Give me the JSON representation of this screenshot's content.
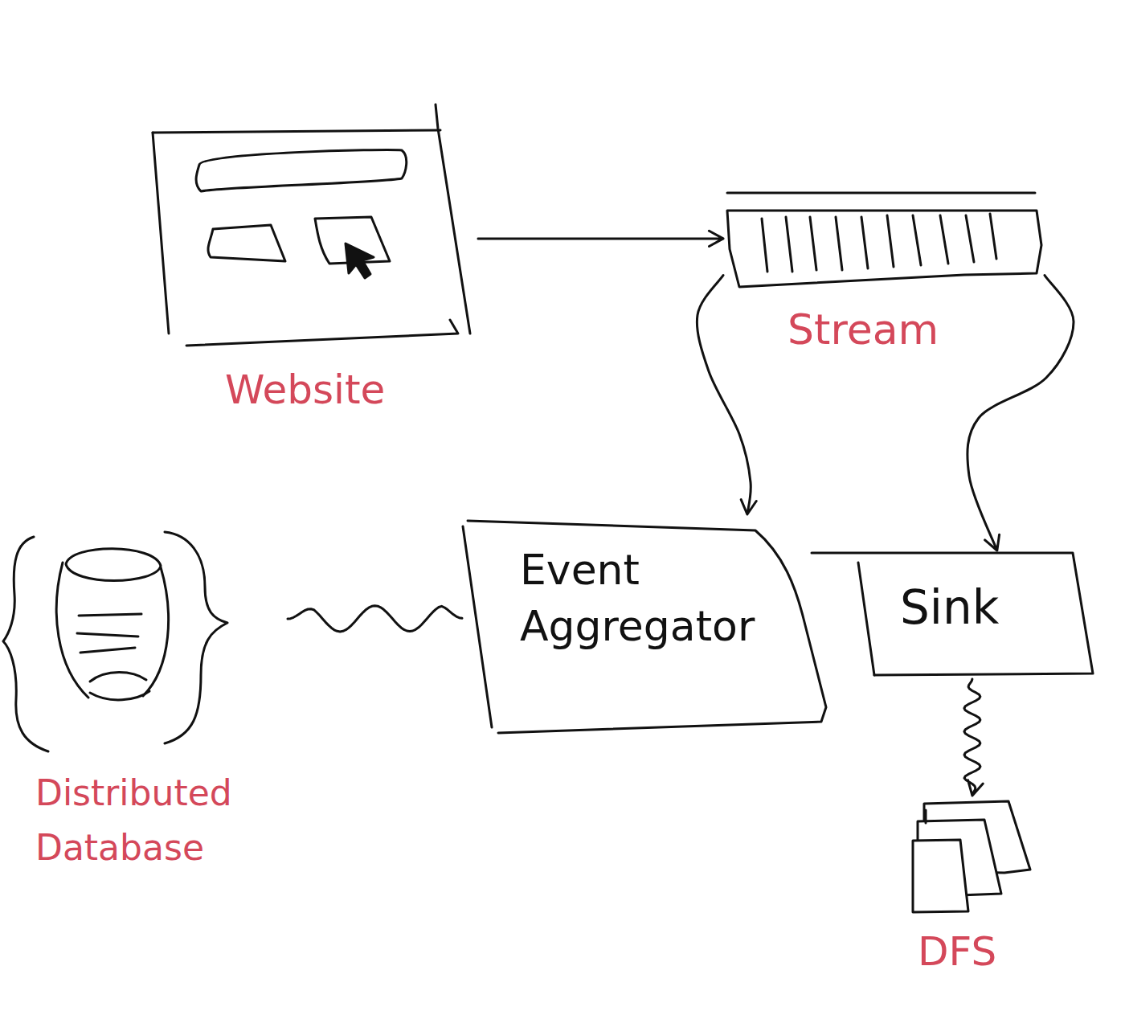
{
  "diagram": {
    "nodes": [
      {
        "text": [
          "Website"
        ]
      },
      {
        "text": [
          "Stream"
        ]
      },
      {
        "text": [
          "Distributed Database"
        ]
      },
      {
        "text": [
          "Event Aggregator"
        ]
      },
      {
        "text": [
          "Sink"
        ]
      },
      {
        "text": [
          "DFS"
        ]
      }
    ],
    "edges": [
      {
        "from": 0,
        "to": 1,
        "arrow": "to"
      },
      {
        "from": 1,
        "to": 3,
        "arrow": "to"
      },
      {
        "from": 1,
        "to": 4,
        "arrow": "to"
      },
      {
        "from": 3,
        "to": 2,
        "arrow": "none"
      },
      {
        "from": 4,
        "to": 5,
        "arrow": "to"
      }
    ]
  }
}
